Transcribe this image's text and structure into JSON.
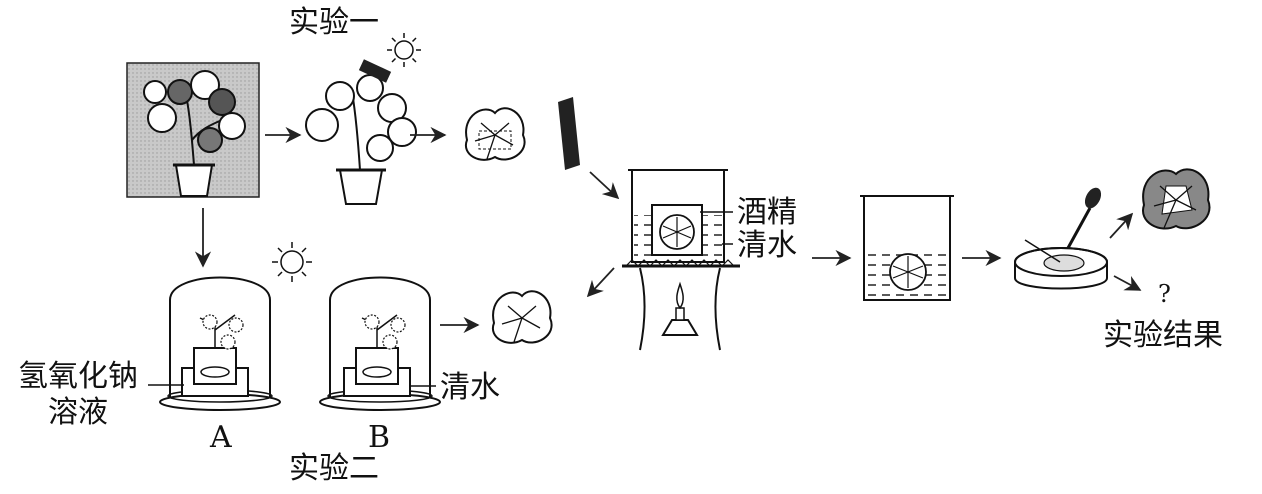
{
  "labels": {
    "experiment_one": "实验一",
    "experiment_two": "实验二",
    "alcohol": "酒精",
    "water_in_beaker": "清水",
    "water_in_jar_b": "清水",
    "sodium_hydroxide_line1": "氢氧化钠",
    "sodium_hydroxide_line2": "溶液",
    "jar_a": "A",
    "jar_b": "B",
    "question_mark": "?",
    "experiment_result": "实验结果"
  },
  "icons": [
    "sun-icon",
    "potted-plant-icon",
    "leaf-icon",
    "black-paper-icon",
    "bell-jar-icon",
    "beaker-icon",
    "alcohol-lamp-icon",
    "petri-dish-icon",
    "dropper-icon",
    "arrow-icon"
  ]
}
